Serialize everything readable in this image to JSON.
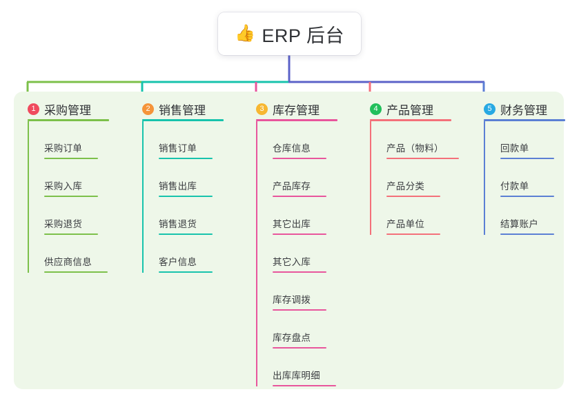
{
  "root": {
    "icon": "thumbs-up-icon",
    "icon_glyph": "👍",
    "title": "ERP 后台"
  },
  "panel": {
    "background_color": "#eef7e9"
  },
  "connector_colors": {
    "segment_left": "#7cc04a",
    "segment_mid": "#17c3ac",
    "segment_right": "#5b62c8",
    "trunk": "#5b62c8"
  },
  "columns": [
    {
      "number": "1",
      "title": "采购管理",
      "badge_color": "#f04a5e",
      "line_color": "#7cc04a",
      "rule_color": "#7cc04a",
      "items": [
        {
          "label": "采购订单",
          "rule_width": 78
        },
        {
          "label": "采购入库",
          "rule_width": 78
        },
        {
          "label": "采购退货",
          "rule_width": 78
        },
        {
          "label": "供应商信息",
          "rule_width": 92
        }
      ]
    },
    {
      "number": "2",
      "title": "销售管理",
      "badge_color": "#f5943a",
      "line_color": "#17c3ac",
      "rule_color": "#17c3ac",
      "items": [
        {
          "label": "销售订单",
          "rule_width": 78
        },
        {
          "label": "销售出库",
          "rule_width": 78
        },
        {
          "label": "销售退货",
          "rule_width": 78
        },
        {
          "label": "客户信息",
          "rule_width": 78
        }
      ]
    },
    {
      "number": "3",
      "title": "库存管理",
      "badge_color": "#f7b731",
      "line_color": "#e8559c",
      "rule_color": "#e8559c",
      "items": [
        {
          "label": "仓库信息",
          "rule_width": 78
        },
        {
          "label": "产品库存",
          "rule_width": 78
        },
        {
          "label": "其它出库",
          "rule_width": 78
        },
        {
          "label": "其它入库",
          "rule_width": 78
        },
        {
          "label": "库存调拨",
          "rule_width": 78
        },
        {
          "label": "库存盘点",
          "rule_width": 78
        },
        {
          "label": "出库库明细",
          "rule_width": 92
        }
      ]
    },
    {
      "number": "4",
      "title": "产品管理",
      "badge_color": "#21bf5b",
      "line_color": "#f4707a",
      "rule_color": "#f4707a",
      "items": [
        {
          "label": "产品（物料）",
          "rule_width": 105
        },
        {
          "label": "产品分类",
          "rule_width": 78
        },
        {
          "label": "产品单位",
          "rule_width": 78
        }
      ]
    },
    {
      "number": "5",
      "title": "财务管理",
      "badge_color": "#27a9e3",
      "line_color": "#5b7fd4",
      "rule_color": "#5b7fd4",
      "items": [
        {
          "label": "回款单",
          "rule_width": 78
        },
        {
          "label": "付款单",
          "rule_width": 78
        },
        {
          "label": "结算账户",
          "rule_width": 78
        }
      ]
    }
  ]
}
